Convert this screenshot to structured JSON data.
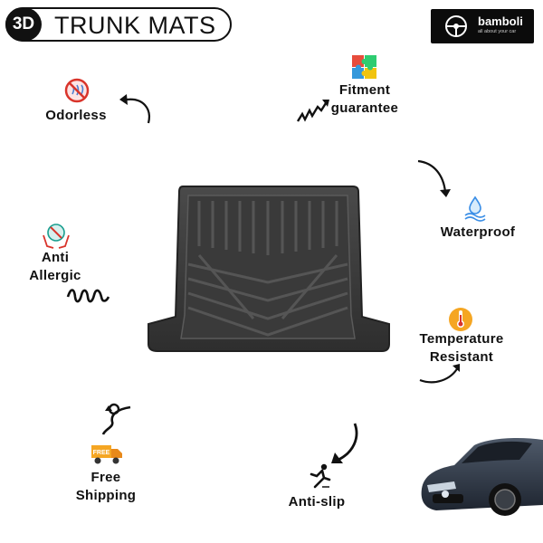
{
  "header": {
    "badge": "3D",
    "title": "TRUNK MATS"
  },
  "brand": {
    "name": "bamboli",
    "tagline": "all about your car"
  },
  "features": {
    "odorless": "Odorless",
    "fitment_line1": "Fitment",
    "fitment_line2": "guarantee",
    "waterproof": "Waterproof",
    "anti_line1": "Anti",
    "anti_line2": "Allergic",
    "temp_line1": "Temperature",
    "temp_line2": "Resistant",
    "free_line1": "Free",
    "free_line2": "Shipping",
    "antislip": "Anti-slip"
  },
  "truck_label": "FREE",
  "icons": [
    "no-smell-icon",
    "puzzle-icon",
    "water-drop-icon",
    "allergy-hands-icon",
    "thermometer-icon",
    "delivery-truck-icon",
    "slip-figure-icon"
  ],
  "colors": {
    "mat": "#3c3c3c",
    "accent_orange": "#f5a623",
    "header": "#111111"
  }
}
